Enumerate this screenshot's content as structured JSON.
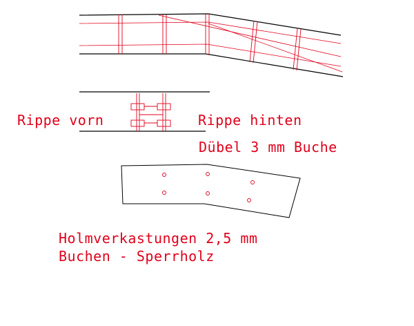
{
  "labels": {
    "rib_front": "Rippe vorn",
    "rib_rear": "Rippe hinten",
    "dowel": "Dübel 3 mm Buche",
    "web_line1": "Holmverkastungen 2,5 mm",
    "web_line2": "Buchen - Sperrholz"
  },
  "colors": {
    "line": "#000000",
    "annotation": "#e0001b"
  }
}
